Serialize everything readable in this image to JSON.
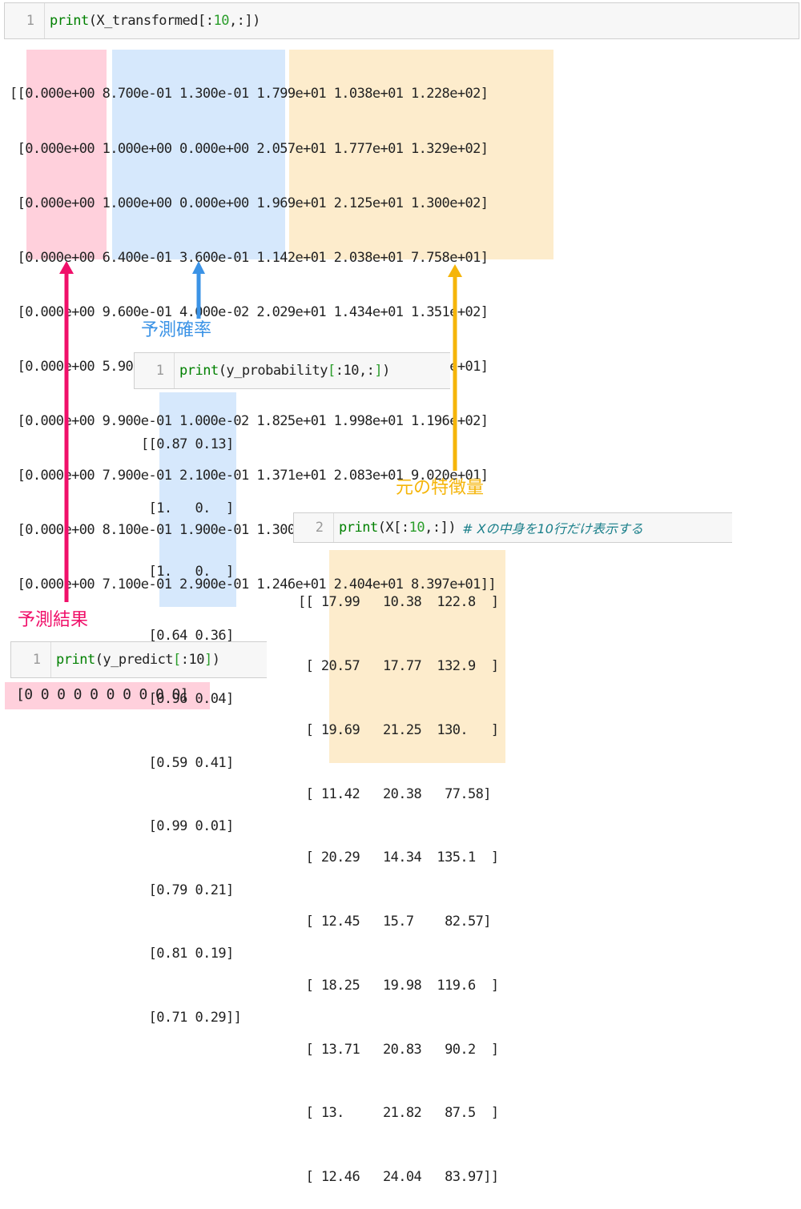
{
  "colors": {
    "pink_highlight": "#ffd0dc",
    "blue_highlight": "#d6e8fc",
    "orange_highlight": "#fdeccc",
    "pink_arrow": "#f0106a",
    "blue_arrow": "#3b93e6",
    "orange_arrow": "#f5b50a"
  },
  "cells": {
    "x_transformed": {
      "line_number": "1",
      "code_func": "print",
      "code_pre": "(X_transformed[:",
      "code_num": "10",
      "code_post": ",:])",
      "output_rows": [
        "[[0.000e+00 8.700e-01 1.300e-01 1.799e+01 1.038e+01 1.228e+02]",
        " [0.000e+00 1.000e+00 0.000e+00 2.057e+01 1.777e+01 1.329e+02]",
        " [0.000e+00 1.000e+00 0.000e+00 1.969e+01 2.125e+01 1.300e+02]",
        " [0.000e+00 6.400e-01 3.600e-01 1.142e+01 2.038e+01 7.758e+01]",
        " [0.000e+00 9.600e-01 4.000e-02 2.029e+01 1.434e+01 1.351e+02]",
        " [0.000e+00 5.900e-01 4.100e-01 1.245e+01 1.570e+01 8.257e+01]",
        " [0.000e+00 9.900e-01 1.000e-02 1.825e+01 1.998e+01 1.196e+02]",
        " [0.000e+00 7.900e-01 2.100e-01 1.371e+01 2.083e+01 9.020e+01]",
        " [0.000e+00 8.100e-01 1.900e-01 1.300e+01 2.182e+01 8.750e+01]",
        " [0.000e+00 7.100e-01 2.900e-01 1.246e+01 2.404e+01 8.397e+01]]"
      ]
    },
    "y_probability": {
      "line_number": "1",
      "code_func": "print",
      "code_pre": "(y_probability",
      "code_br_open": "[",
      "code_mid": ":10,:",
      "code_br_close": "]",
      "code_post": ")",
      "output_rows": [
        "[[0.87 0.13]",
        " [1.   0.  ]",
        " [1.   0.  ]",
        " [0.64 0.36]",
        " [0.96 0.04]",
        " [0.59 0.41]",
        " [0.99 0.01]",
        " [0.79 0.21]",
        " [0.81 0.19]",
        " [0.71 0.29]]"
      ]
    },
    "x_raw": {
      "line_number": "2",
      "code_func": "print",
      "code_pre": "(X[:",
      "code_num": "10",
      "code_post": ",:])",
      "comment": "# Xの中身を10行だけ表示する",
      "output_rows": [
        "[[ 17.99   10.38  122.8  ]",
        " [ 20.57   17.77  132.9  ]",
        " [ 19.69   21.25  130.   ]",
        " [ 11.42   20.38   77.58]",
        " [ 20.29   14.34  135.1  ]",
        " [ 12.45   15.7    82.57]",
        " [ 18.25   19.98  119.6  ]",
        " [ 13.71   20.83   90.2  ]",
        " [ 13.     21.82   87.5  ]",
        " [ 12.46   24.04   83.97]]"
      ]
    },
    "y_predict": {
      "line_number": "1",
      "code_func": "print",
      "code_pre": "(y_predict",
      "code_br_open": "[",
      "code_mid": ":10",
      "code_br_close": "]",
      "code_post": ")",
      "output": "[0 0 0 0 0 0 0 0 0 0]"
    }
  },
  "labels": {
    "prediction_result": "予測結果",
    "prediction_probability": "予測確率",
    "original_features": "元の特徴量"
  }
}
